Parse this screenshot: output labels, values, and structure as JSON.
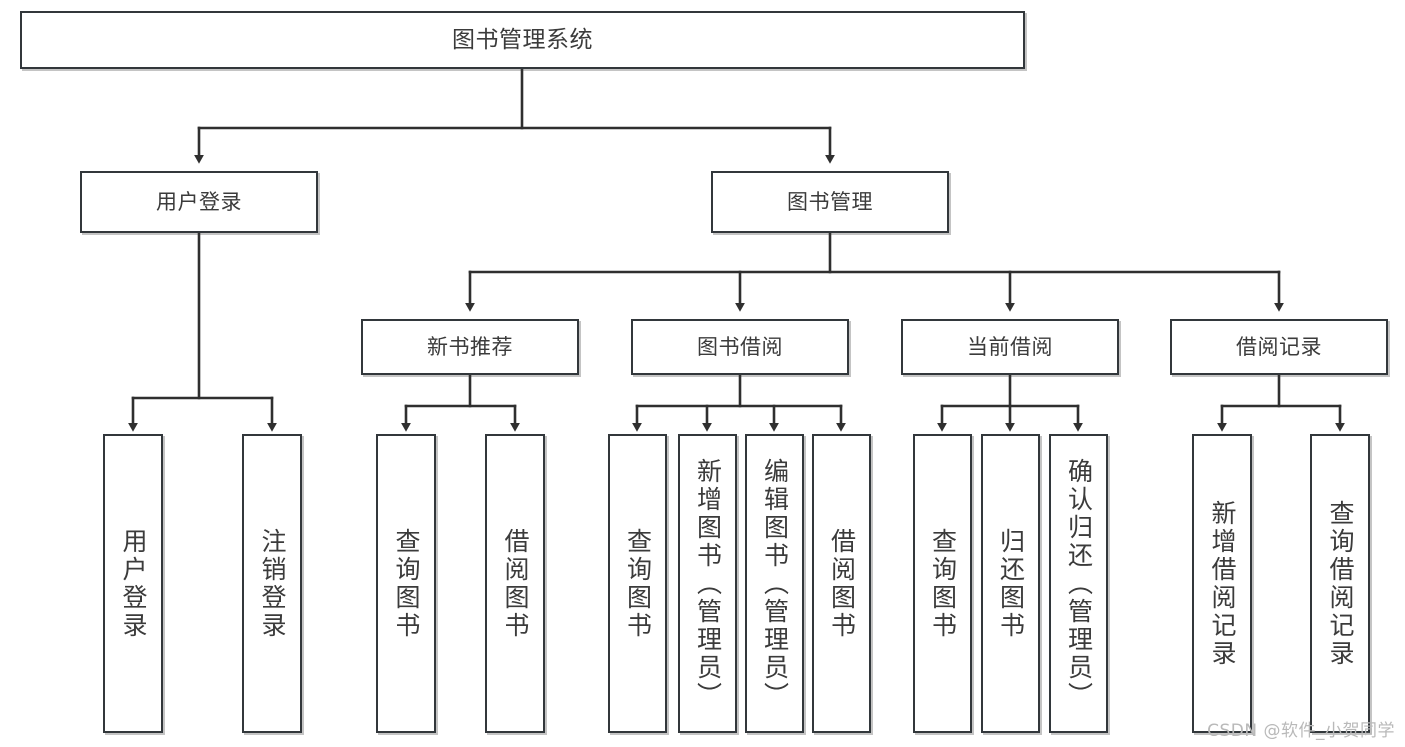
{
  "diagram": {
    "title": "图书管理系统",
    "watermark": "CSDN @软件_小贺同学",
    "colors": {
      "box_border": "#32373b",
      "box_fill": "#ffffff",
      "edge": "#2f2f2f",
      "text": "#3b3b3b",
      "watermark": "#b9b9b9"
    },
    "root": {
      "label": "图书管理系统"
    },
    "level2": [
      {
        "id": "user-login",
        "label": "用户登录"
      },
      {
        "id": "book-management",
        "label": "图书管理"
      }
    ],
    "level3": [
      {
        "id": "new-book-recommend",
        "label": "新书推荐"
      },
      {
        "id": "book-borrow",
        "label": "图书借阅"
      },
      {
        "id": "current-borrow",
        "label": "当前借阅"
      },
      {
        "id": "borrow-record",
        "label": "借阅记录"
      }
    ],
    "leaves": [
      {
        "id": "leaf-user-login",
        "label": "用户登录",
        "parent": "user-login"
      },
      {
        "id": "leaf-user-logout",
        "label": "注销登录",
        "parent": "user-login"
      },
      {
        "id": "leaf-query-book-1",
        "label": "查询图书",
        "parent": "new-book-recommend"
      },
      {
        "id": "leaf-borrow-book-1",
        "label": "借阅图书",
        "parent": "new-book-recommend"
      },
      {
        "id": "leaf-query-book-2",
        "label": "查询图书",
        "parent": "book-borrow"
      },
      {
        "id": "leaf-add-book",
        "label": "新增图书（管理员）",
        "parent": "book-borrow"
      },
      {
        "id": "leaf-edit-book",
        "label": "编辑图书（管理员）",
        "parent": "book-borrow"
      },
      {
        "id": "leaf-borrow-book-2",
        "label": "借阅图书",
        "parent": "book-borrow"
      },
      {
        "id": "leaf-query-book-3",
        "label": "查询图书",
        "parent": "current-borrow"
      },
      {
        "id": "leaf-return-book",
        "label": "归还图书",
        "parent": "current-borrow"
      },
      {
        "id": "leaf-confirm-return",
        "label": "确认归还（管理员）",
        "parent": "current-borrow"
      },
      {
        "id": "leaf-add-borrow-record",
        "label": "新增借阅记录",
        "parent": "borrow-record"
      },
      {
        "id": "leaf-query-borrow-record",
        "label": "查询借阅记录",
        "parent": "borrow-record"
      }
    ]
  }
}
